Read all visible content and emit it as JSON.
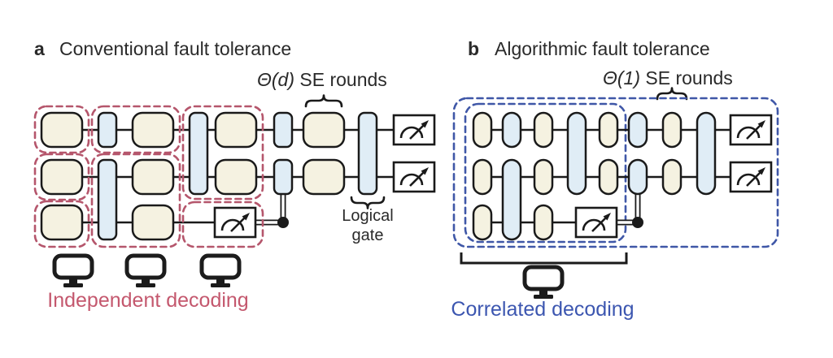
{
  "figure": {
    "panels": {
      "a": {
        "label": "a",
        "title": "Conventional fault tolerance",
        "se_rounds_math": "Θ(d)",
        "se_rounds_text": " SE rounds",
        "logical_gate_label_line1": "Logical",
        "logical_gate_label_line2": "gate",
        "decoding_label": "Independent decoding",
        "num_qubit_wires": 3,
        "num_decoder_monitors": 3,
        "num_measurements": 3
      },
      "b": {
        "label": "b",
        "title": "Algorithmic fault tolerance",
        "se_rounds_math": "Θ(1)",
        "se_rounds_text": " SE rounds",
        "decoding_label": "Correlated decoding",
        "num_qubit_wires": 3,
        "num_decoder_monitors": 1,
        "num_measurements": 3
      }
    },
    "icons": {
      "measurement": "measurement-meter-icon",
      "decoder": "decoder-monitor-icon"
    },
    "colors": {
      "gate_cream": "#f5f2e1",
      "gate_blue": "#e0edf6",
      "outline": "#1a1a1a",
      "text_dark": "#2a2a2a",
      "dashed_red": "#b5566c",
      "dashed_blue": "#3f57a7",
      "decoding_red_text": "#c4586e",
      "decoding_blue_text": "#3c56b0"
    }
  }
}
